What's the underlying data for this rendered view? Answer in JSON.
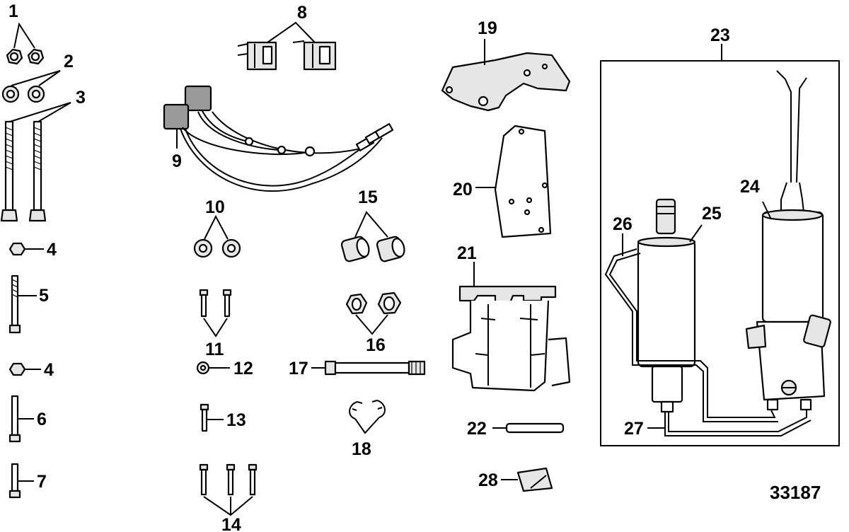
{
  "figure_number": "33187",
  "callouts": {
    "c1": "1",
    "c2": "2",
    "c3": "3",
    "c4a": "4",
    "c4b": "4",
    "c5": "5",
    "c6": "6",
    "c7": "7",
    "c8": "8",
    "c9": "9",
    "c10": "10",
    "c11": "11",
    "c12": "12",
    "c13": "13",
    "c14": "14",
    "c15": "15",
    "c16": "16",
    "c17": "17",
    "c18": "18",
    "c19": "19",
    "c20": "20",
    "c21": "21",
    "c22": "22",
    "c23": "23",
    "c24": "24",
    "c25": "25",
    "c26": "26",
    "c27": "27",
    "c28": "28"
  }
}
